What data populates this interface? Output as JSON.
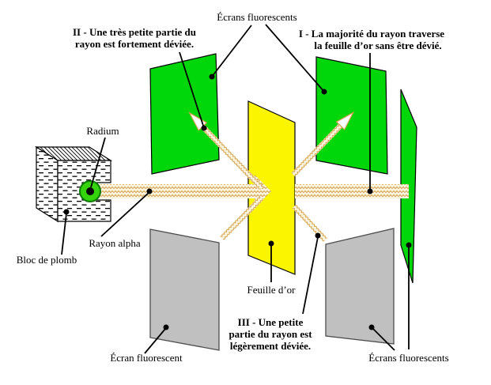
{
  "colors": {
    "screen_green": "#00D70B",
    "foil_yellow": "#FBF500",
    "screen_gray": "#C0C0C0",
    "beam_background": "#FBF4DE",
    "beam_chevron": "#D4A24E",
    "radium_green": "#35D30C",
    "ink": "#000000"
  },
  "labels": {
    "screens_top": "Écrans fluorescents",
    "radium": "Radium",
    "alpha_ray": "Rayon alpha",
    "lead_block": "Bloc de plomb",
    "gold_foil": "Feuille d’or",
    "screen_bottom_left": "Écran fluorescent",
    "screens_bottom_right": "Écrans fluorescents"
  },
  "annotations": {
    "I": {
      "line1": "I - La majorité du rayon traverse",
      "line2": "la feuille d’or sans être dévié."
    },
    "II": {
      "line1": "II - Une très petite partie du",
      "line2": "rayon est fortement déviée."
    },
    "III": {
      "line1": "III - Une petite",
      "line2": "partie du rayon est",
      "line3": "légèrement déviée."
    }
  }
}
